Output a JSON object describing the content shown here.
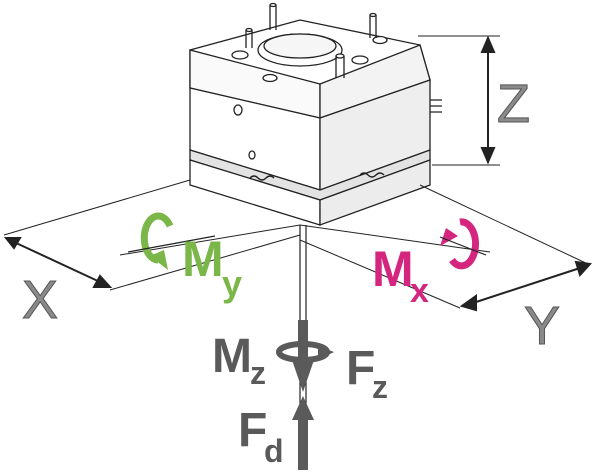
{
  "labels": {
    "z": "Z",
    "x": "X",
    "y": "Y",
    "my": {
      "main": "M",
      "sub": "y"
    },
    "mx": {
      "main": "M",
      "sub": "x"
    },
    "mz": {
      "main": "M",
      "sub": "z"
    },
    "fz": {
      "main": "F",
      "sub": "z"
    },
    "fd": {
      "main": "F",
      "sub": "d"
    }
  },
  "colors": {
    "line": "#222222",
    "dimension_gray": "#8a8a8a",
    "moment_green": "#7ab648",
    "moment_magenta": "#d4267e",
    "force_gray": "#5a5a5a"
  },
  "icons": {
    "my_arrow": "curved-rotation-arrow",
    "mx_arrow": "curved-rotation-arrow",
    "mz_arrow": "curved-rotation-arrow",
    "fz_arrow": "down-arrow",
    "fd_arrow": "up-arrow"
  }
}
